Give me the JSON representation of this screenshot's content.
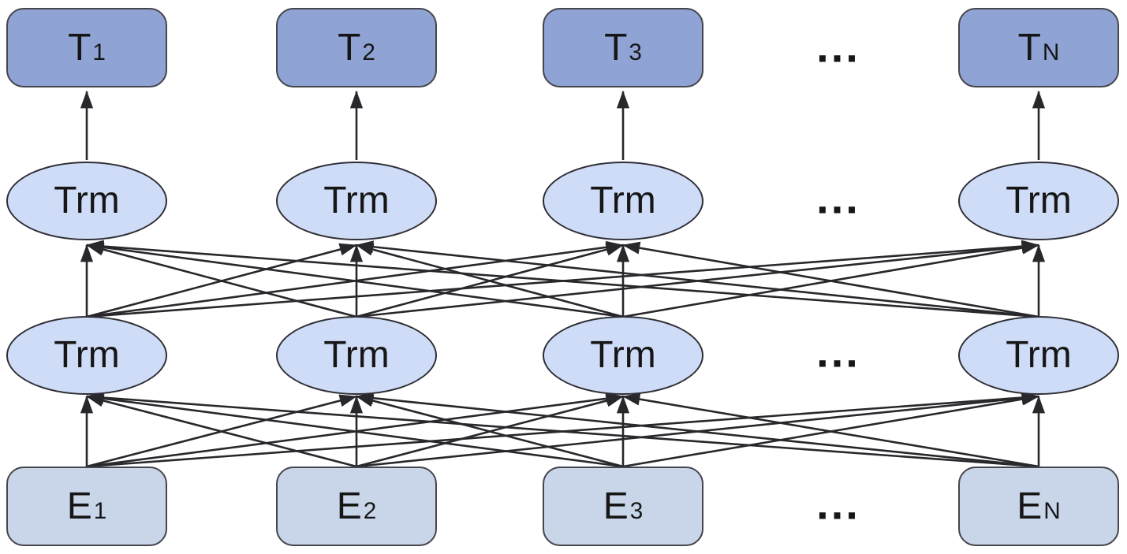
{
  "diagram": {
    "ellipsis": "...",
    "colors": {
      "background": "#FFFFFF",
      "output_box_fill": "#8FA3D4",
      "input_box_fill": "#C9D6EA",
      "trm_ellipse_fill": "#CEDCF7",
      "box_stroke": "#45454C",
      "ellipse_stroke": "#2E2E34",
      "arrow": "#28282C",
      "text": "#161616"
    },
    "columns": [
      {
        "output_base": "T",
        "output_sub": "1",
        "trm_upper": "Trm",
        "trm_lower": "Trm",
        "input_base": "E",
        "input_sub": "1"
      },
      {
        "output_base": "T",
        "output_sub": "2",
        "trm_upper": "Trm",
        "trm_lower": "Trm",
        "input_base": "E",
        "input_sub": "2"
      },
      {
        "output_base": "T",
        "output_sub": "3",
        "trm_upper": "Trm",
        "trm_lower": "Trm",
        "input_base": "E",
        "input_sub": "3"
      },
      {
        "output_base": "T",
        "output_sub": "N",
        "trm_upper": "Trm",
        "trm_lower": "Trm",
        "input_base": "E",
        "input_sub": "N"
      }
    ]
  }
}
